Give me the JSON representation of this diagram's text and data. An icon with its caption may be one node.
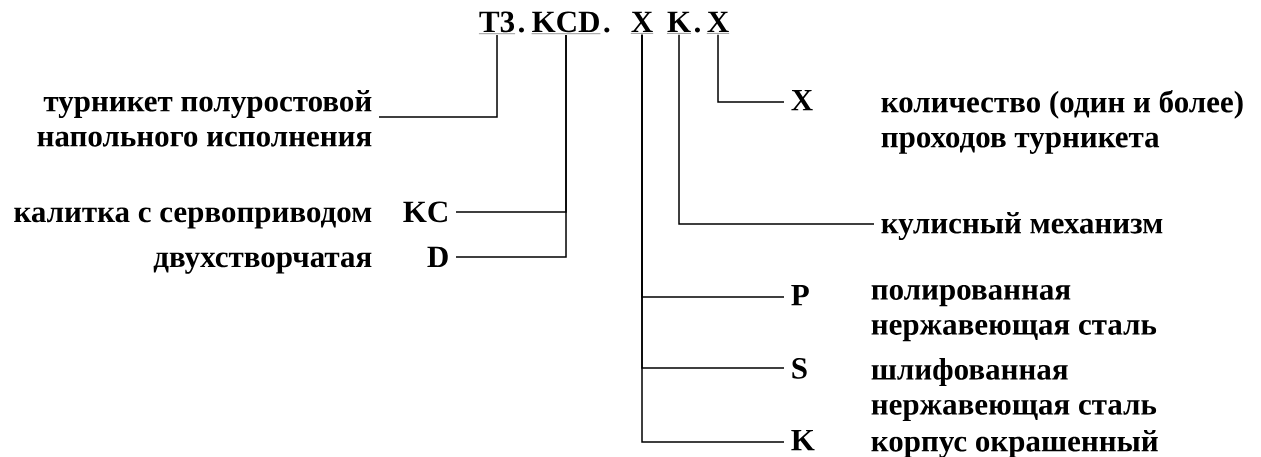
{
  "diagram": {
    "nodes": [
      {
        "text": [
          "T3"
        ]
      },
      {
        "text": [
          "KCD"
        ]
      },
      {
        "text": [
          "X"
        ]
      },
      {
        "text": [
          "K"
        ]
      },
      {
        "text": [
          "X"
        ]
      },
      {
        "text": [
          "турникет полуростовой напольного исполнения"
        ]
      },
      {
        "text": [
          "калитка с сервоприводом",
          "KC"
        ]
      },
      {
        "text": [
          "двухстворчатая",
          "D"
        ]
      },
      {
        "text": [
          "X",
          "количество (один и более) проходов турникета"
        ]
      },
      {
        "text": [
          "кулисный механизм"
        ]
      },
      {
        "text": [
          "P",
          "полированная нержавеющая сталь"
        ]
      },
      {
        "text": [
          "S",
          "шлифованная нержавеющая сталь"
        ]
      },
      {
        "text": [
          "K",
          "корпус окрашенный"
        ]
      }
    ],
    "edges": [
      {
        "from": 5,
        "to": 0,
        "arrow": "none"
      },
      {
        "from": 6,
        "to": 1,
        "arrow": "none"
      },
      {
        "from": 7,
        "to": 1,
        "arrow": "none"
      },
      {
        "from": 8,
        "to": 4,
        "arrow": "none"
      },
      {
        "from": 9,
        "to": 3,
        "arrow": "none"
      },
      {
        "from": 10,
        "to": 2,
        "arrow": "none"
      },
      {
        "from": 11,
        "to": 2,
        "arrow": "none"
      },
      {
        "from": 12,
        "to": 2,
        "arrow": "none"
      }
    ],
    "labels": [
      ".",
      ".",
      "."
    ]
  }
}
